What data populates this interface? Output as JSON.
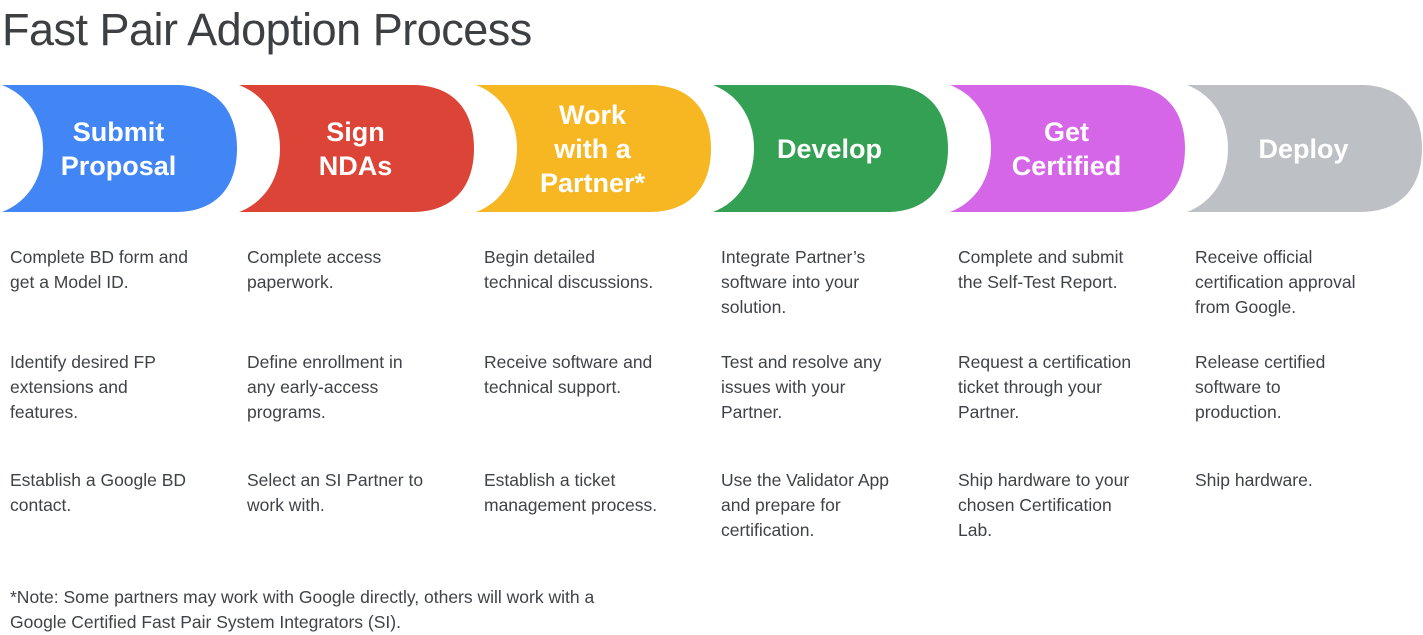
{
  "title": "Fast Pair Adoption Process",
  "stages": [
    {
      "label": "Submit\nProposal",
      "color": "#4285F4",
      "steps": [
        "Complete BD form and\nget a Model ID.",
        "Identify desired FP\nextensions and\nfeatures.",
        "Establish a Google BD\ncontact."
      ]
    },
    {
      "label": "Sign\nNDAs",
      "color": "#DC4437",
      "steps": [
        "Complete access\npaperwork.",
        "Define enrollment in\nany early-access\nprograms.",
        "Select an SI Partner to\nwork with."
      ]
    },
    {
      "label": "Work\nwith a\nPartner*",
      "color": "#F6B722",
      "steps": [
        "Begin detailed\ntechnical discussions.",
        "Receive software and\ntechnical support.",
        "Establish a ticket\nmanagement process."
      ]
    },
    {
      "label": "Develop",
      "color": "#34A053",
      "steps": [
        "Integrate Partner’s\nsoftware into your\nsolution.",
        "Test and resolve any\nissues with your\nPartner.",
        "Use the Validator App\nand prepare for\ncertification."
      ]
    },
    {
      "label": "Get\nCertified",
      "color": "#D666E8",
      "steps": [
        "Complete and submit\nthe Self-Test Report.",
        "Request a certification\nticket through your\nPartner.",
        "Ship hardware to your\nchosen Certification\nLab."
      ]
    },
    {
      "label": "Deploy",
      "color": "#BDC1C6",
      "steps": [
        "Receive official\ncertification approval\nfrom Google.",
        "Release certified\nsoftware to\nproduction.",
        "Ship hardware."
      ]
    }
  ],
  "footnote": "*Note: Some partners may work with Google directly, others will work with a\nGoogle Certified Fast Pair System Integrators (SI)."
}
